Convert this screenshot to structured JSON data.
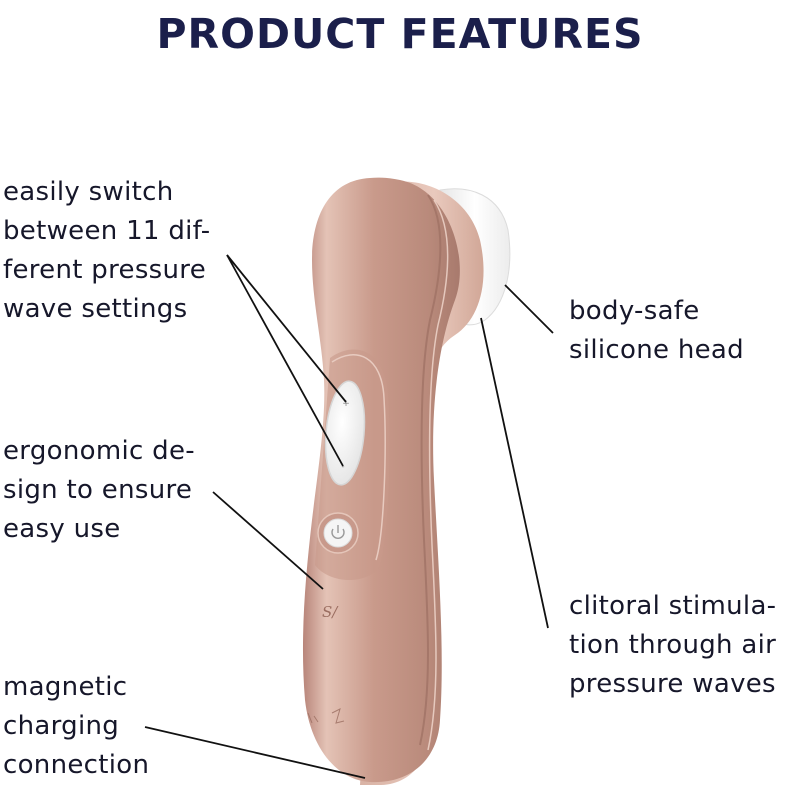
{
  "title": "PRODUCT FEATURES",
  "colors": {
    "title": "#1b1f4b",
    "text": "#16172a",
    "body_rose_gold": "#c9a08f",
    "head_white": "#f4f4f4",
    "leader_line": "#111111"
  },
  "callouts": {
    "settings": {
      "lines": [
        "easily switch",
        "between 11 dif-",
        "ferent pressure",
        "wave settings"
      ]
    },
    "ergonomic": {
      "lines": [
        "ergonomic de-",
        "sign to ensure",
        "easy use"
      ]
    },
    "charging": {
      "lines": [
        "magnetic",
        "charging",
        "connection"
      ]
    },
    "silicone_head": {
      "lines": [
        "body-safe",
        "silicone head"
      ]
    },
    "stimulation": {
      "lines": [
        "clitoral stimula-",
        "tion through air",
        "pressure waves"
      ]
    }
  },
  "device": {
    "buttons": [
      "plus-button",
      "minus-button",
      "power-button"
    ],
    "icons": [
      "power-icon",
      "brand-logo-icon",
      "charging-contacts-icon"
    ]
  }
}
